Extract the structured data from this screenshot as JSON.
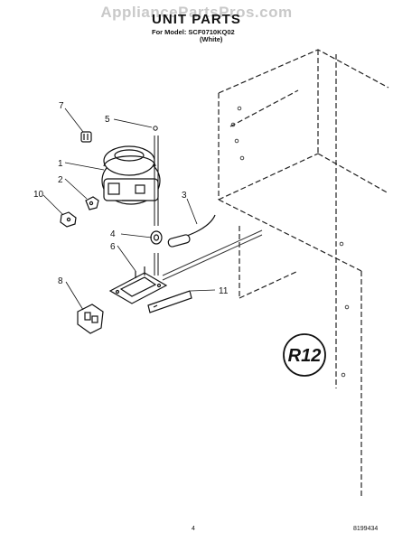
{
  "header": {
    "watermark": "AppliancePartsPros.com",
    "title": "UNIT PARTS",
    "model_line": "For Model: SCF0710KQ02",
    "variant": "(White)"
  },
  "callouts": [
    {
      "id": "1",
      "label": "1"
    },
    {
      "id": "2",
      "label": "2"
    },
    {
      "id": "3",
      "label": "3"
    },
    {
      "id": "4",
      "label": "4"
    },
    {
      "id": "5",
      "label": "5"
    },
    {
      "id": "6",
      "label": "6"
    },
    {
      "id": "7",
      "label": "7"
    },
    {
      "id": "8",
      "label": "8"
    },
    {
      "id": "10",
      "label": "10"
    },
    {
      "id": "11",
      "label": "11"
    }
  ],
  "refrigerant_badge": "R12",
  "footer": {
    "page_number": "4",
    "document_number": "8199434"
  }
}
